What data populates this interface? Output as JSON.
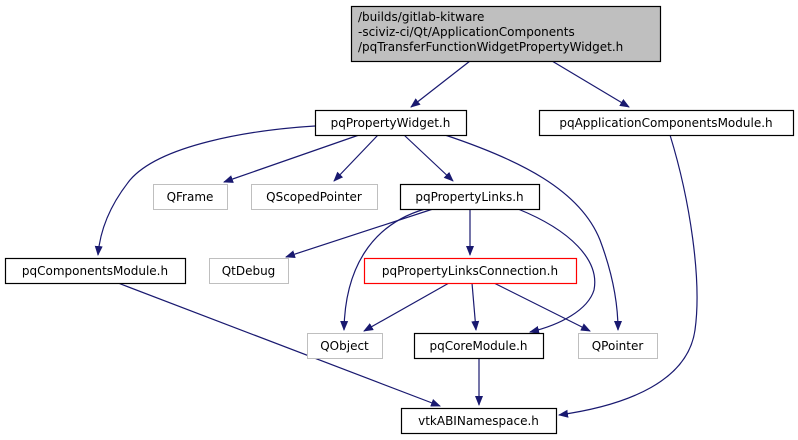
{
  "diagram": {
    "type": "include-dependency-graph",
    "colors": {
      "edge": "#191970",
      "root_fill": "#bfbfbf",
      "root_border": "#000000",
      "documented_border": "#000000",
      "external_border": "#bfbfbf",
      "incomplete_border": "#ff0000",
      "node_fill": "#ffffff",
      "text": "#000000"
    },
    "nodes": [
      {
        "id": "root",
        "kind": "root",
        "lines": [
          "/builds/gitlab-kitware",
          "-sciviz-ci/Qt/ApplicationComponents",
          "/pqTransferFunctionWidgetPropertyWidget.h"
        ]
      },
      {
        "id": "pqPropertyWidget",
        "kind": "documented",
        "lines": [
          "pqPropertyWidget.h"
        ]
      },
      {
        "id": "pqApplicationComponentsModule",
        "kind": "documented",
        "lines": [
          "pqApplicationComponentsModule.h"
        ]
      },
      {
        "id": "QFrame",
        "kind": "external",
        "lines": [
          "QFrame"
        ]
      },
      {
        "id": "QScopedPointer",
        "kind": "external",
        "lines": [
          "QScopedPointer"
        ]
      },
      {
        "id": "pqPropertyLinks",
        "kind": "documented",
        "lines": [
          "pqPropertyLinks.h"
        ]
      },
      {
        "id": "pqComponentsModule",
        "kind": "documented",
        "lines": [
          "pqComponentsModule.h"
        ]
      },
      {
        "id": "QtDebug",
        "kind": "external",
        "lines": [
          "QtDebug"
        ]
      },
      {
        "id": "pqPropertyLinksConnection",
        "kind": "incomplete",
        "lines": [
          "pqPropertyLinksConnection.h"
        ]
      },
      {
        "id": "QObject",
        "kind": "external",
        "lines": [
          "QObject"
        ]
      },
      {
        "id": "pqCoreModule",
        "kind": "documented",
        "lines": [
          "pqCoreModule.h"
        ]
      },
      {
        "id": "QPointer",
        "kind": "external",
        "lines": [
          "QPointer"
        ]
      },
      {
        "id": "vtkABINamespace",
        "kind": "documented",
        "lines": [
          "vtkABINamespace.h"
        ]
      }
    ],
    "edges": [
      {
        "from": "root",
        "to": "pqPropertyWidget"
      },
      {
        "from": "root",
        "to": "pqApplicationComponentsModule"
      },
      {
        "from": "pqPropertyWidget",
        "to": "pqComponentsModule"
      },
      {
        "from": "pqPropertyWidget",
        "to": "QFrame"
      },
      {
        "from": "pqPropertyWidget",
        "to": "QScopedPointer"
      },
      {
        "from": "pqPropertyWidget",
        "to": "pqPropertyLinks"
      },
      {
        "from": "pqPropertyWidget",
        "to": "QPointer"
      },
      {
        "from": "pqApplicationComponentsModule",
        "to": "vtkABINamespace"
      },
      {
        "from": "pqPropertyLinks",
        "to": "QtDebug"
      },
      {
        "from": "pqPropertyLinks",
        "to": "QObject"
      },
      {
        "from": "pqPropertyLinks",
        "to": "pqPropertyLinksConnection"
      },
      {
        "from": "pqPropertyLinks",
        "to": "pqCoreModule"
      },
      {
        "from": "pqPropertyLinksConnection",
        "to": "QObject"
      },
      {
        "from": "pqPropertyLinksConnection",
        "to": "pqCoreModule"
      },
      {
        "from": "pqPropertyLinksConnection",
        "to": "QPointer"
      },
      {
        "from": "pqComponentsModule",
        "to": "vtkABINamespace"
      },
      {
        "from": "pqCoreModule",
        "to": "vtkABINamespace"
      }
    ]
  }
}
